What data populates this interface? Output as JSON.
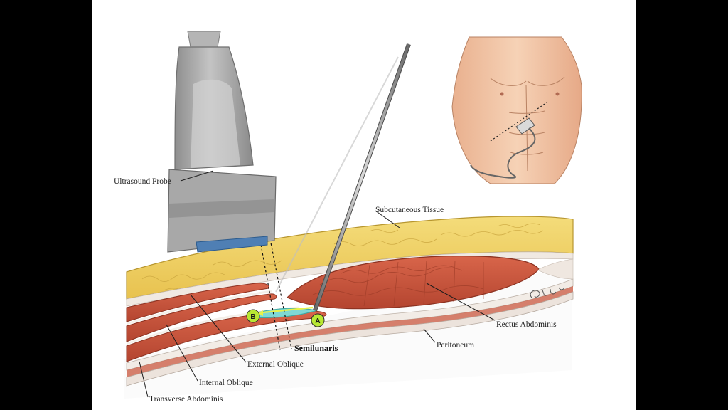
{
  "labels": {
    "ultrasound_probe": "Ultrasound Probe",
    "subcutaneous_tissue": "Subcutaneous Tissue",
    "rectus_abdominis": "Rectus Abdominis",
    "peritoneum": "Peritoneum",
    "semilunaris": "Semilunaris",
    "external_oblique": "External Oblique",
    "internal_oblique": "Internal Oblique",
    "transverse_abdominis": "Transverse Abdominis"
  },
  "markers": {
    "a": "A",
    "b": "B"
  },
  "signature": "G. Ray",
  "colors": {
    "fat": "#efd062",
    "muscle": "#c8553c",
    "muscle_dark": "#9c3a26",
    "fascia": "#f1ece6",
    "skin": "#f3c6a5",
    "probe": "#a7a7a7",
    "probe_window": "#4f7fb4",
    "fluid": "#7fd8d4",
    "marker": "#b8e833"
  }
}
